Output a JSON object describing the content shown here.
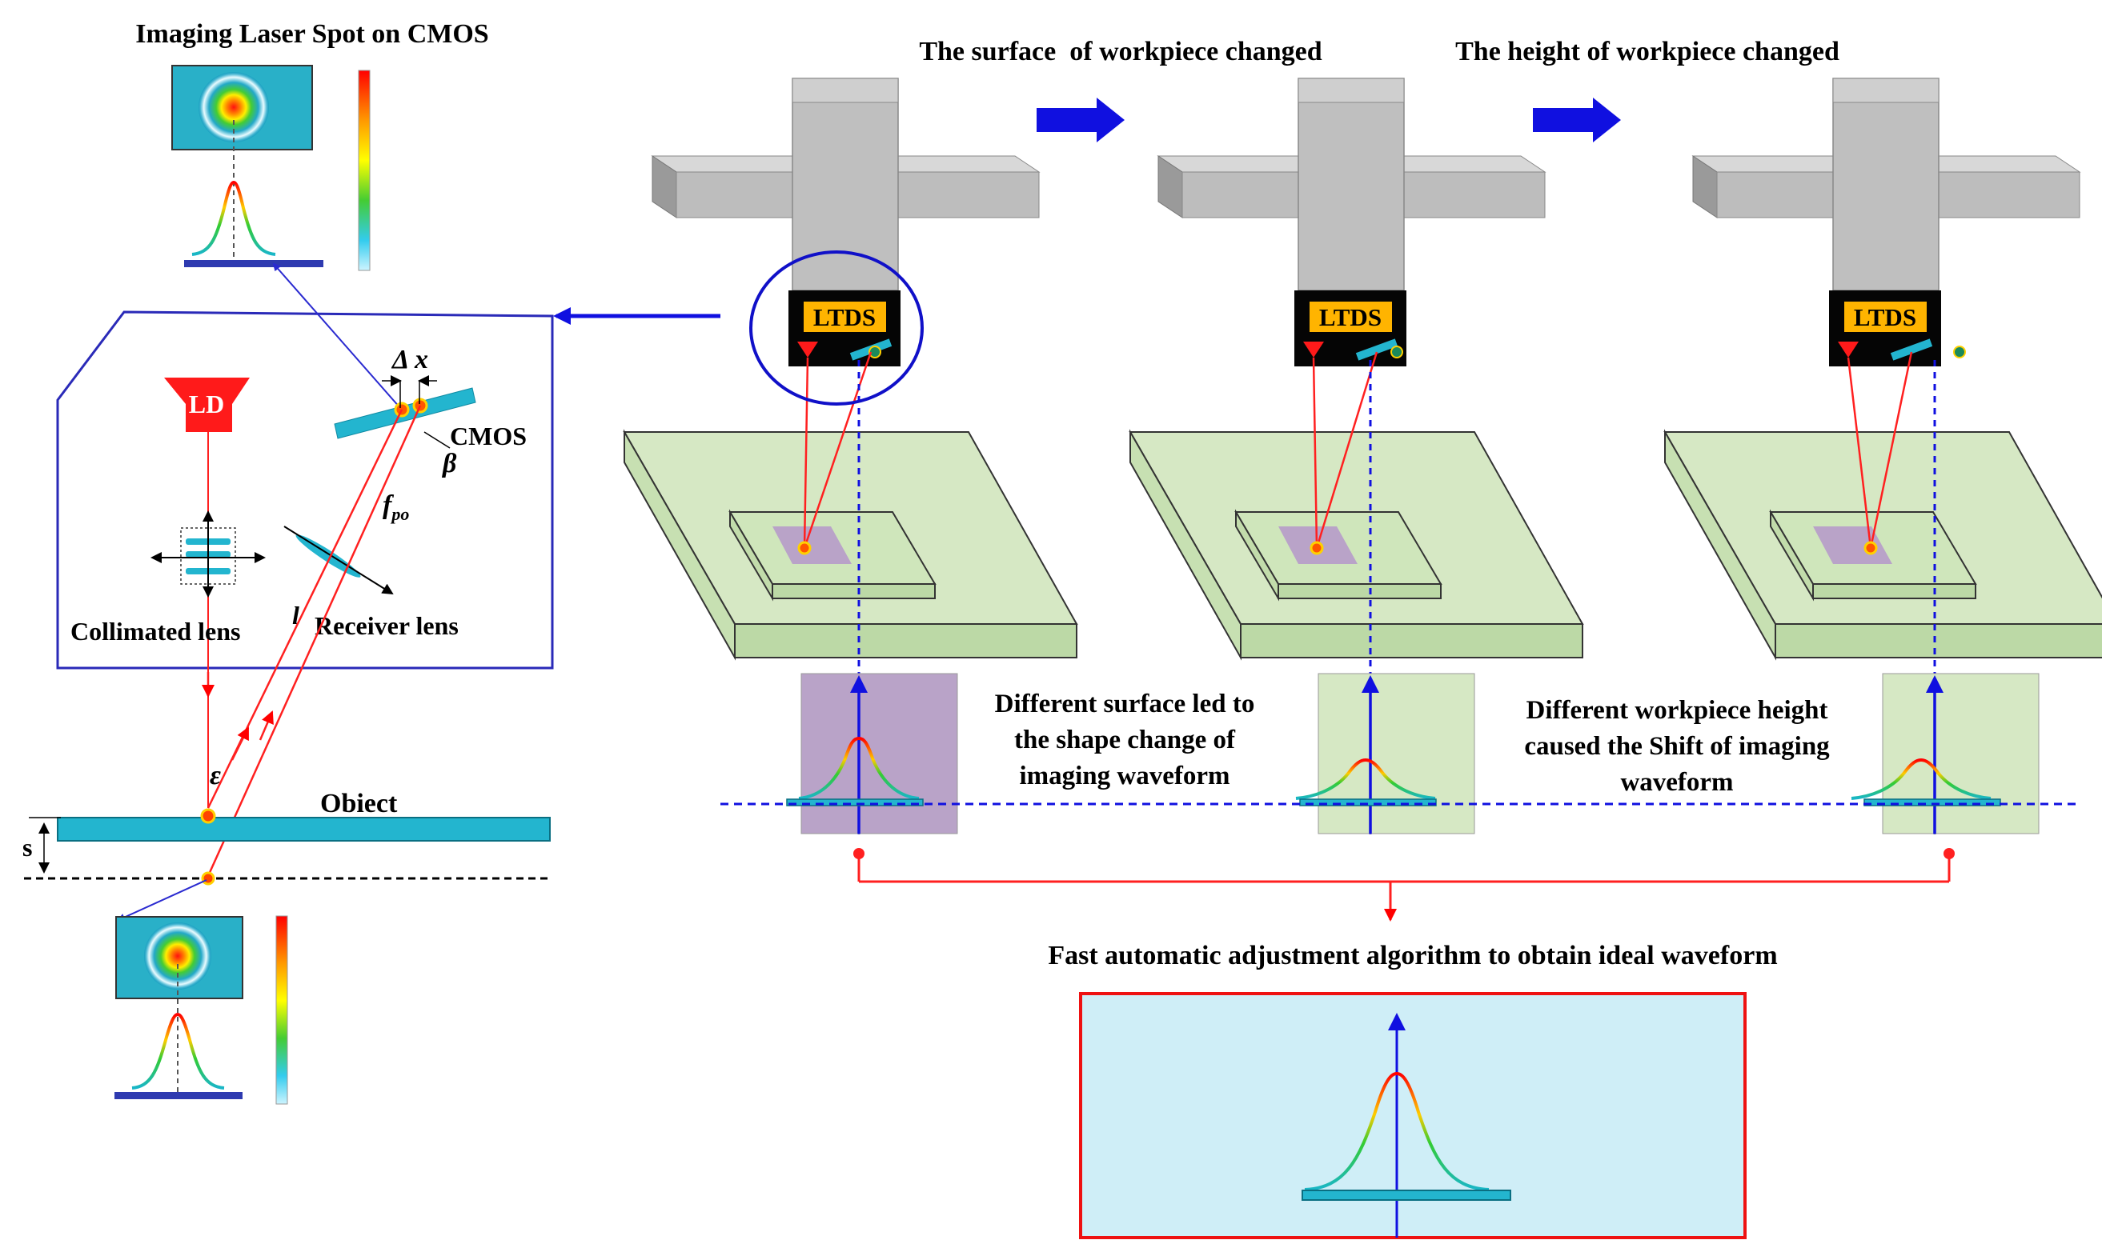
{
  "top_left_title": "Imaging Laser Spot on CMOS",
  "stage_titles": {
    "surface_changed": "The surface  of workpiece changed",
    "height_changed": "The height of workpiece changed"
  },
  "sensor_label": "LTDS",
  "optics": {
    "ld_label": "LD",
    "delta_x_label": "Δ x",
    "cmos_label": "CMOS",
    "beta_label": "β",
    "fpo_label": "f",
    "fpo_subscript": "po",
    "l_label": "l",
    "collimated_lens_label": "Collimated lens",
    "receiver_lens_label": "Receiver lens",
    "epsilon_label": "ε",
    "object_label": "Obiect",
    "s_label": "s"
  },
  "annotations": {
    "surface_line1": "Different surface led to",
    "surface_line2": "the shape change of",
    "surface_line3": "imaging waveform",
    "height_line1": "Different workpiece height",
    "height_line2": "caused the Shift of imaging",
    "height_line3": "waveform"
  },
  "algorithm_label": "Fast automatic adjustment algorithm to obtain ideal waveform",
  "colors": {
    "arrow_blue": "#0000ff",
    "beam_red": "#ff0000",
    "box_blue": "#2020c0",
    "plate_green": "#d6e8c4",
    "patch_purple": "#b9a3c8",
    "cyan": "#19b6c8",
    "ideal_bg": "#cfeef7",
    "ltds_badge": "#ffb400"
  }
}
